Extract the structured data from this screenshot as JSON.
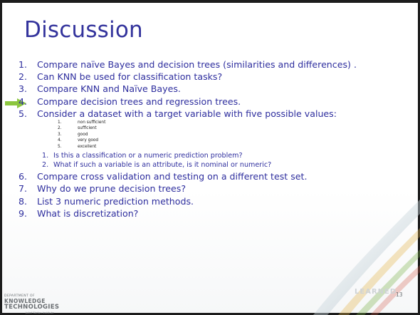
{
  "slide": {
    "title": "Discussion",
    "page_number": "13",
    "watermark": "LEARNED",
    "items": [
      {
        "num": "1.",
        "text": "Compare naïve Bayes and decision trees (similarities and differences) ."
      },
      {
        "num": "2.",
        "text": "Can KNN be used for classification tasks?"
      },
      {
        "num": "3.",
        "text": "Compare KNN and Naïve Bayes."
      },
      {
        "num": "4.",
        "text": "Compare decision trees and regression trees."
      },
      {
        "num": "5.",
        "text": "Consider a dataset with a target variable with five possible values:"
      },
      {
        "num": "6.",
        "text": "Compare cross validation and testing on a different test set."
      },
      {
        "num": "7.",
        "text": "Why do we prune decision trees?"
      },
      {
        "num": "8.",
        "text": "List 3 numeric prediction methods."
      },
      {
        "num": "9.",
        "text": "What is discretization?"
      }
    ],
    "values": [
      {
        "num": "1.",
        "text": "non sufficient"
      },
      {
        "num": "2.",
        "text": "sufficient"
      },
      {
        "num": "3.",
        "text": "good"
      },
      {
        "num": "4.",
        "text": "very good"
      },
      {
        "num": "5.",
        "text": "excellent"
      }
    ],
    "subquestions": [
      {
        "num": "1.",
        "text": "Is this a classification or a numeric prediction problem?"
      },
      {
        "num": "2.",
        "text": "What if such a variable is an attribute, is it nominal or numeric?"
      }
    ]
  },
  "logo": {
    "line1": "DEPARTMENT OF",
    "line2": "KNOWLEDGE",
    "line3": "TECHNOLOGIES",
    "line4": "Jožef Stefan Institute"
  },
  "colors": {
    "title": "#33339c",
    "text": "#2e2e9e",
    "arrow": "#8cc63e"
  },
  "icons": {
    "pointer": "green-arrow-icon"
  }
}
